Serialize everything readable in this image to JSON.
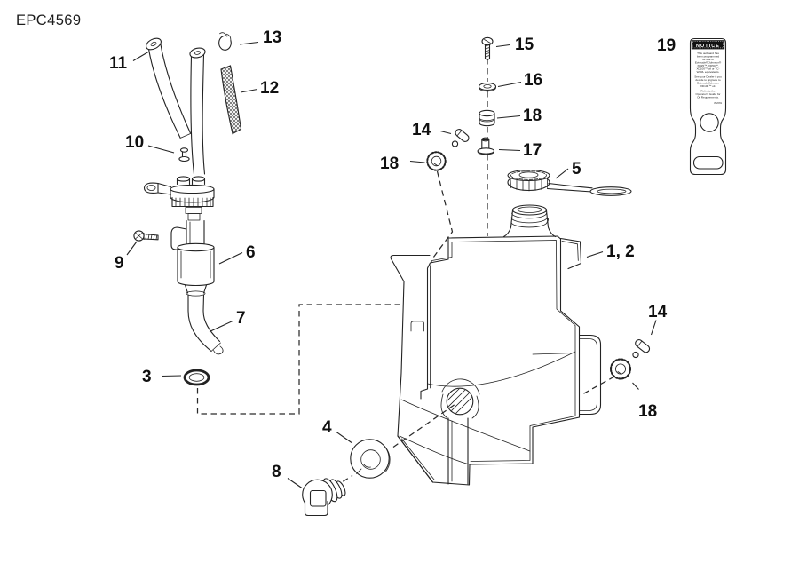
{
  "diagram": {
    "code": "EPC4569",
    "type": "exploded-parts-diagram",
    "subject": "oil tank assembly",
    "colors": {
      "background": "#ffffff",
      "line": "#232323",
      "label": "#101010",
      "notice_bar": "#111111"
    },
    "callouts": [
      {
        "id": "13",
        "text": "13"
      },
      {
        "id": "11",
        "text": "11"
      },
      {
        "id": "12",
        "text": "12"
      },
      {
        "id": "10",
        "text": "10"
      },
      {
        "id": "9",
        "text": "9"
      },
      {
        "id": "6",
        "text": "6"
      },
      {
        "id": "7",
        "text": "7"
      },
      {
        "id": "3",
        "text": "3"
      },
      {
        "id": "15",
        "text": "15"
      },
      {
        "id": "16",
        "text": "16"
      },
      {
        "id": "18-top",
        "text": "18"
      },
      {
        "id": "17",
        "text": "17"
      },
      {
        "id": "14-left",
        "text": "14"
      },
      {
        "id": "18-left",
        "text": "18"
      },
      {
        "id": "5",
        "text": "5"
      },
      {
        "id": "1-2",
        "text": "1, 2"
      },
      {
        "id": "19",
        "text": "19"
      },
      {
        "id": "14-right",
        "text": "14"
      },
      {
        "id": "18-right",
        "text": "18"
      },
      {
        "id": "4",
        "text": "4"
      },
      {
        "id": "8",
        "text": "8"
      }
    ]
  },
  "notice_label": {
    "title": "NOTICE",
    "lines": [
      "This outboard has",
      "been programmed",
      "for use of",
      "Evinrude®/Johnson®",
      "XD25™, XD50™,",
      "XD100™ oil or TC-",
      "W3RL equivalents.",
      "See your Dealer if you",
      "decide to upgrade to",
      "Evinrude/Johnson",
      "XD100™ oil.",
      "Refer to the",
      "Operator's Guide for",
      "Oil Requirements."
    ],
    "part_number": "352669"
  }
}
